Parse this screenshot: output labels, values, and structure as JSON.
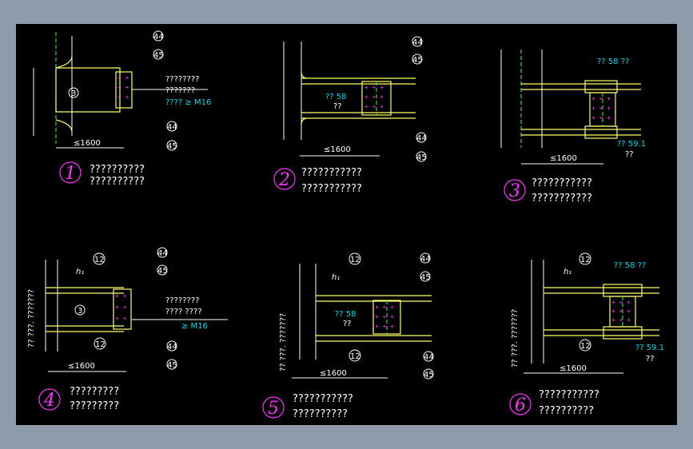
{
  "colors": {
    "background": "#000000",
    "frame": "#8e9bab",
    "steel": "#ffff66",
    "dim": "#ffffff",
    "weld": "#33dd33",
    "bolt": "#ff33ff",
    "note": "#00ddee"
  },
  "details": [
    {
      "number": "1",
      "caption1": "??????????",
      "caption2": "??????????",
      "span": "≤1600",
      "weld_a": "44",
      "weld_b": "45",
      "ref": "3",
      "note1": "????????",
      "note2": "???????",
      "note3": "???? ≥ M16"
    },
    {
      "number": "2",
      "caption1": "???????????",
      "caption2": "???????????",
      "span": "≤1600",
      "weld_a": "44",
      "weld_b": "45",
      "plate": "?? 58",
      "plate2": "??",
      "weld_c": "44",
      "weld_d": "45"
    },
    {
      "number": "3",
      "caption1": "???????????",
      "caption2": "???????????",
      "span": "≤1600",
      "top_note": "?? 58 ??",
      "bot_note": "?? 59.1",
      "bot_note2": "??"
    },
    {
      "number": "4",
      "caption1": "?????????",
      "caption2": "?????????",
      "span": "≤1600",
      "weld_a": "44",
      "weld_b": "45",
      "ref": "3",
      "weld_12a": "12",
      "weld_12b": "12",
      "note1": "????????",
      "note2": "???? ????",
      "note3": "≥ M16",
      "vtext": "?? ???. ???????",
      "h": "h₁",
      "weld_c": "44",
      "weld_d": "45"
    },
    {
      "number": "5",
      "caption1": "???????????",
      "caption2": "??????????",
      "span": "≤1600",
      "weld_a": "44",
      "weld_b": "45",
      "weld_12a": "12",
      "weld_12b": "12",
      "plate": "?? 58",
      "plate2": "??",
      "vtext": "?? ???. ???????",
      "h": "h₁",
      "weld_c": "44",
      "weld_d": "45"
    },
    {
      "number": "6",
      "caption1": "???????????",
      "caption2": "??????????",
      "span": "≤1600",
      "weld_12a": "12",
      "weld_12b": "12",
      "top_note": "?? 58 ??",
      "bot_note": "?? 59.1",
      "bot_note2": "??",
      "vtext": "?? ???. ???????",
      "h": "h₁"
    }
  ]
}
